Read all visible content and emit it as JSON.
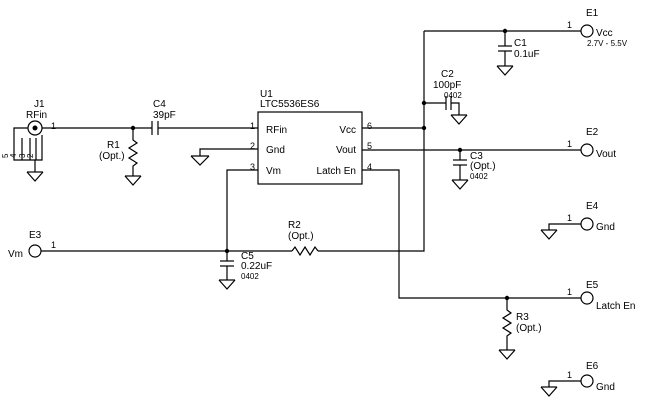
{
  "ic": {
    "ref": "U1",
    "part": "LTC5536ES6",
    "pins": [
      {
        "num": "1",
        "name": "RFin"
      },
      {
        "num": "2",
        "name": "Gnd"
      },
      {
        "num": "3",
        "name": "Vm"
      },
      {
        "num": "6",
        "name": "Vcc"
      },
      {
        "num": "5",
        "name": "Vout"
      },
      {
        "num": "4",
        "name": "Latch En"
      }
    ]
  },
  "connector": {
    "ref": "J1",
    "name": "RFin",
    "pin_main": "1",
    "pins_side": [
      "5",
      "4",
      "3",
      "2"
    ]
  },
  "capacitors": [
    {
      "ref": "C1",
      "value": "0.1uF",
      "pkg": ""
    },
    {
      "ref": "C2",
      "value": "100pF",
      "pkg": "0402"
    },
    {
      "ref": "C3",
      "value": "(Opt.)",
      "pkg": "0402"
    },
    {
      "ref": "C4",
      "value": "39pF",
      "pkg": ""
    },
    {
      "ref": "C5",
      "value": "0.22uF",
      "pkg": "0402"
    }
  ],
  "resistors": [
    {
      "ref": "R1",
      "value": "(Opt.)"
    },
    {
      "ref": "R2",
      "value": "(Opt.)"
    },
    {
      "ref": "R3",
      "value": "(Opt.)"
    }
  ],
  "terminals": [
    {
      "ref": "E1",
      "pin": "1",
      "name": "Vcc",
      "note": "2.7V - 5.5V"
    },
    {
      "ref": "E2",
      "pin": "1",
      "name": "Vout",
      "note": ""
    },
    {
      "ref": "E3",
      "pin": "1",
      "name": "Vm",
      "note": ""
    },
    {
      "ref": "E4",
      "pin": "1",
      "name": "Gnd",
      "note": ""
    },
    {
      "ref": "E5",
      "pin": "1",
      "name": "Latch En",
      "note": ""
    },
    {
      "ref": "E6",
      "pin": "1",
      "name": "Gnd",
      "note": ""
    }
  ]
}
